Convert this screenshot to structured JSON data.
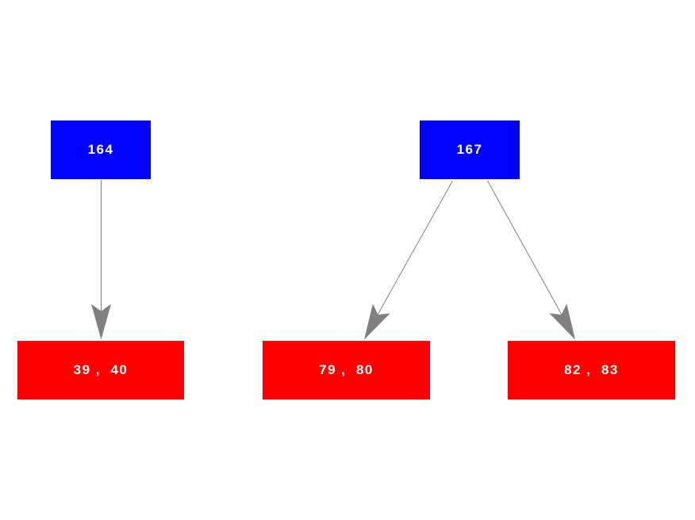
{
  "diagram": {
    "type": "tree-graph",
    "background_color": "#ffffff",
    "colors": {
      "internal_node_fill": "#0000ff",
      "leaf_node_fill": "#ff0000",
      "node_label_text": "#ffffff",
      "arrow": "#808080"
    },
    "nodes": [
      {
        "id": "n164",
        "label": "164",
        "type": "internal"
      },
      {
        "id": "n167",
        "label": "167",
        "type": "internal"
      },
      {
        "id": "leaf1",
        "label": "39 ,  40",
        "type": "leaf"
      },
      {
        "id": "leaf2",
        "label": "79 ,  80",
        "type": "leaf"
      },
      {
        "id": "leaf3",
        "label": "82 ,  83",
        "type": "leaf"
      }
    ],
    "edges": [
      {
        "from": "n164",
        "to": "leaf1"
      },
      {
        "from": "n167",
        "to": "leaf2"
      },
      {
        "from": "n167",
        "to": "leaf3"
      }
    ]
  }
}
